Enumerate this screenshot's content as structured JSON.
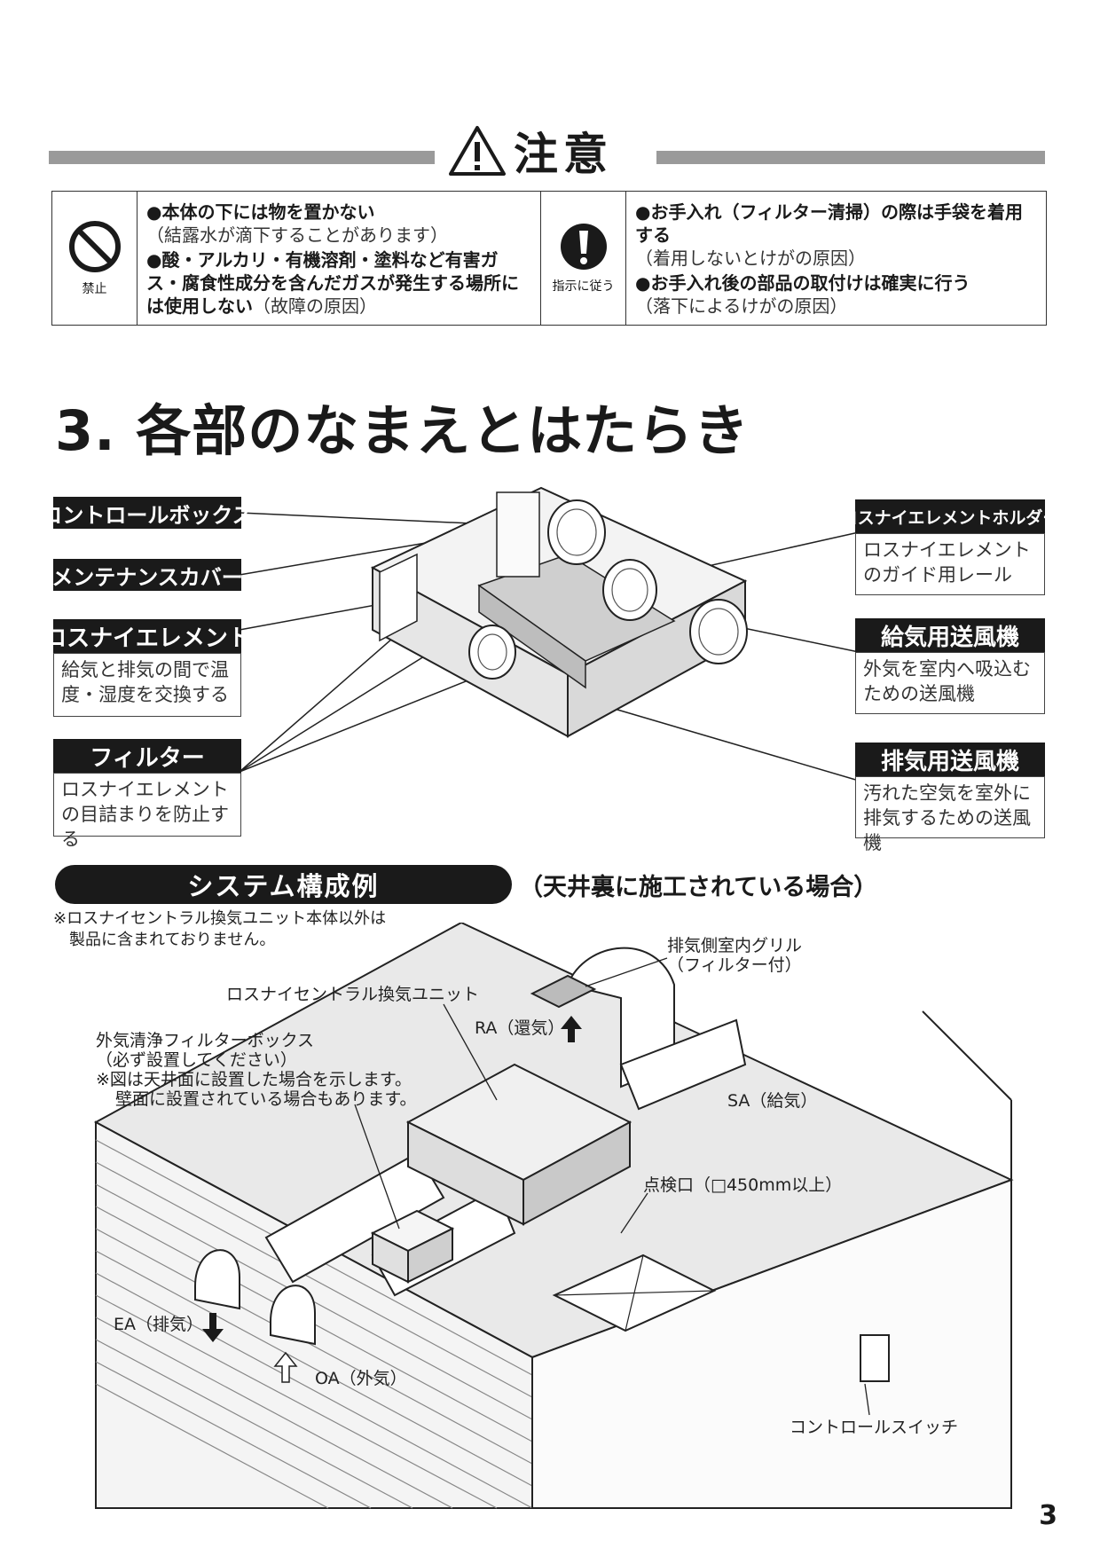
{
  "caution": {
    "title": "注意",
    "prohibit_label": "禁止",
    "prohibit_items": [
      {
        "bold": "●本体の下には物を置かない",
        "note": "（結露水が滴下することがあります）"
      },
      {
        "bold": "●酸・アルカリ・有機溶剤・塗料など有害ガス・腐食性成分を含んだガスが発生する場所には使用しない",
        "note": "（故障の原因）"
      }
    ],
    "instruct_label": "指示に従う",
    "instruct_items": [
      {
        "bold": "●お手入れ（フィルター清掃）の際は手袋を着用する",
        "note": "（着用しないとけがの原因）"
      },
      {
        "bold": "●お手入れ後の部品の取付けは確実に行う",
        "note": "（落下によるけがの原因）"
      }
    ]
  },
  "section": {
    "title": "3. 各部のなまえとはたらき"
  },
  "parts": {
    "control_box": "コントロールボックス",
    "maintenance_cover": "メンテナンスカバー",
    "element": "ロスナイエレメント",
    "element_desc": "給気と排気の間で温度・湿度を交換する",
    "filter": "フィルター",
    "filter_desc": "ロスナイエレメントの目詰まりを防止する",
    "holder": "ロスナイエレメントホルダー",
    "holder_desc": "ロスナイエレメントのガイド用レール",
    "supply_fan": "給気用送風機",
    "supply_fan_desc": "外気を室内へ吸込むための送風機",
    "exhaust_fan": "排気用送風機",
    "exhaust_fan_desc": "汚れた空気を室外に排気するための送風機"
  },
  "system": {
    "title": "システム構成例",
    "subtitle": "（天井裏に施工されている場合）",
    "note_line1": "※ロスナイセントラル換気ユニット本体以外は",
    "note_line2": "製品に含まれておりません。",
    "grille_1": "排気側室内グリル",
    "grille_2": "（フィルター付）",
    "unit": "ロスナイセントラル換気ユニット",
    "ra": "RA（還気）",
    "sa": "SA（給気）",
    "filterbox_1": "外気清浄フィルターボックス",
    "filterbox_2": "（必ず設置してください）",
    "filterbox_3": "※図は天井面に設置した場合を示します。",
    "filterbox_4": "壁面に設置されている場合もあります。",
    "inspection": "点検口（□450mm以上）",
    "ea": "EA（排気）",
    "oa": "OA（外気）",
    "switch": "コントロールスイッチ"
  },
  "page_number": "3"
}
